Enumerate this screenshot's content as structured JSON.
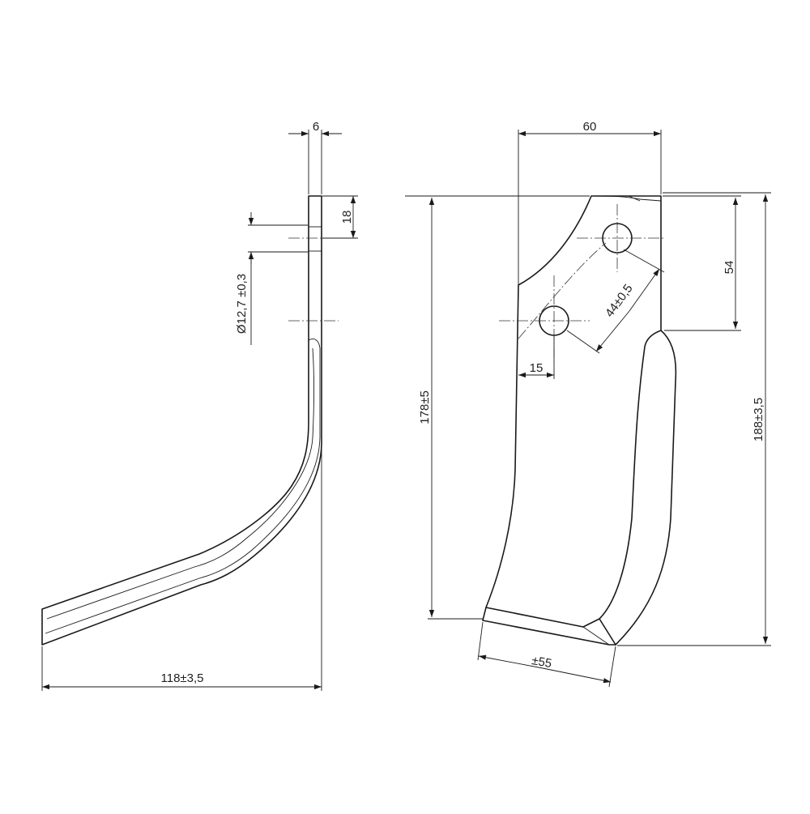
{
  "side_view": {
    "thickness": "6",
    "hole_offset": "18",
    "hole_diameter": "Ø12,7 ±0,3",
    "overall_width": "118±3,5"
  },
  "front_view": {
    "top_width": "60",
    "hole_spacing_vertical": "54",
    "hole_center_distance": "44±0,5",
    "hole_edge_offset": "15",
    "inner_height": "178±5",
    "overall_height": "188±3,5",
    "blade_width": "±55"
  },
  "colors": {
    "line": "#1a1a1a",
    "background": "#ffffff"
  }
}
